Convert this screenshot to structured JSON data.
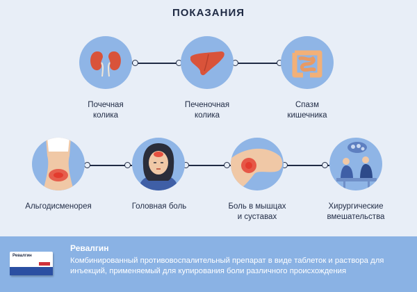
{
  "title": "ПОКАЗАНИЯ",
  "indications_row1": [
    {
      "label": "Почечная\nколика",
      "icon": "kidneys-icon"
    },
    {
      "label": "Печеночная\nколика",
      "icon": "liver-icon"
    },
    {
      "label": "Спазм\nкишечника",
      "icon": "intestine-icon"
    }
  ],
  "indications_row2": [
    {
      "label": "Альгодисменорея",
      "icon": "abdomen-pain-icon"
    },
    {
      "label": "Головная боль",
      "icon": "headache-icon"
    },
    {
      "label": "Боль в мышцах\nи суставах",
      "icon": "knee-pain-icon"
    },
    {
      "label": "Хирургические\nвмешательства",
      "icon": "surgeons-icon"
    }
  ],
  "product": {
    "name": "Ревалгин",
    "description": "Комбинированный противовоспалительный препарат в виде таблеток и раствора для инъекций, применяемый для купирования боли различного происхождения",
    "package_text": "Ревалгин"
  },
  "colors": {
    "background": "#e8eef7",
    "circle": "#8fb5e6",
    "footer": "#8ab2e4",
    "organ": "#d9533a",
    "pain": "#e33b2e",
    "navy": "#1f2a44"
  }
}
